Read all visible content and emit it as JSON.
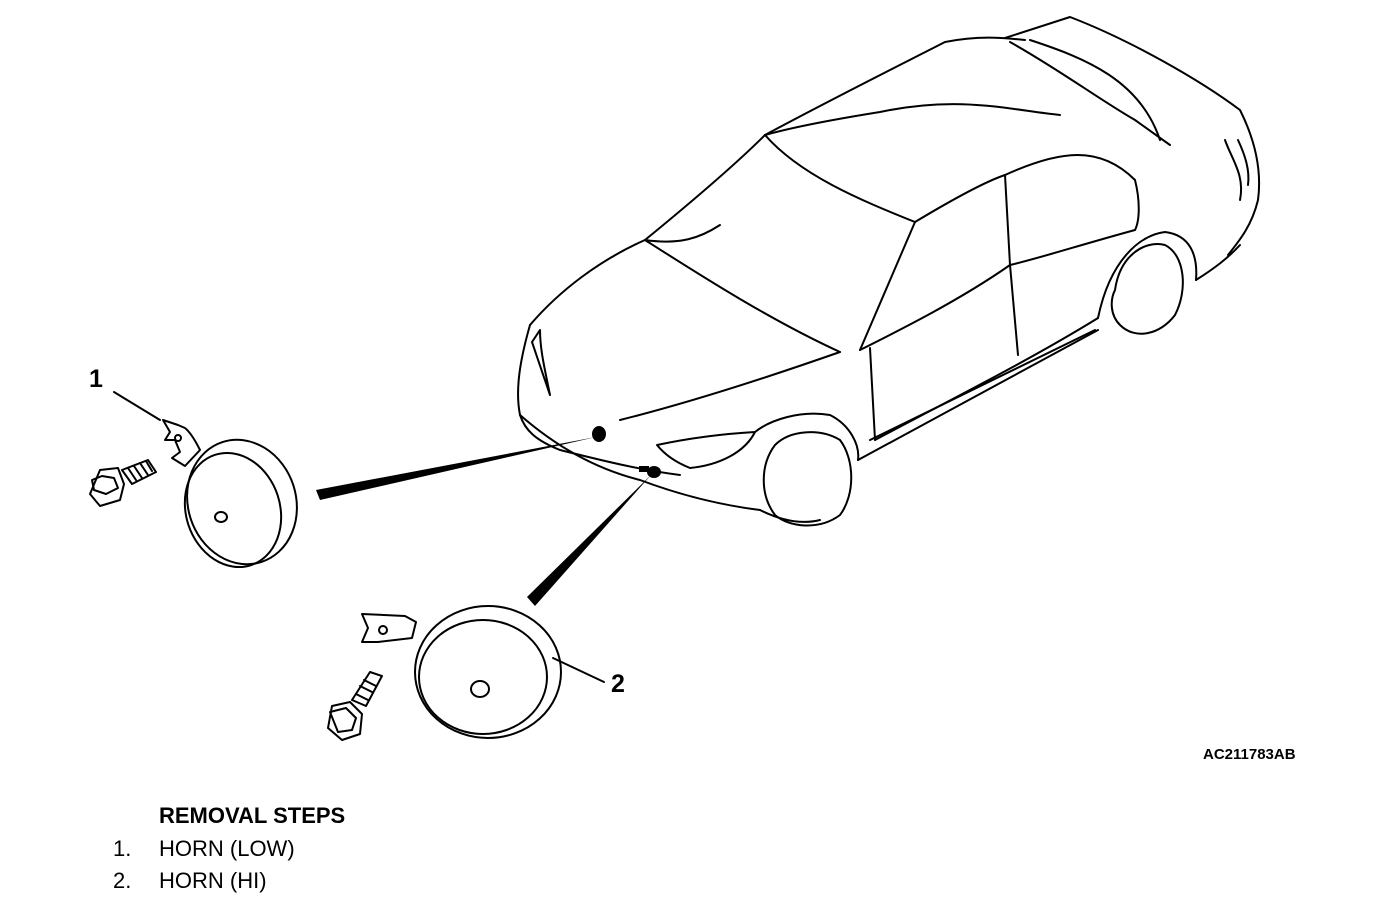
{
  "callouts": {
    "one": "1",
    "two": "2"
  },
  "figure_code": "AC211783AB",
  "removal_steps": {
    "heading": "REMOVAL STEPS",
    "items": [
      {
        "number": "1.",
        "label": "HORN (LOW)"
      },
      {
        "number": "2.",
        "label": "HORN (HI)"
      }
    ]
  }
}
